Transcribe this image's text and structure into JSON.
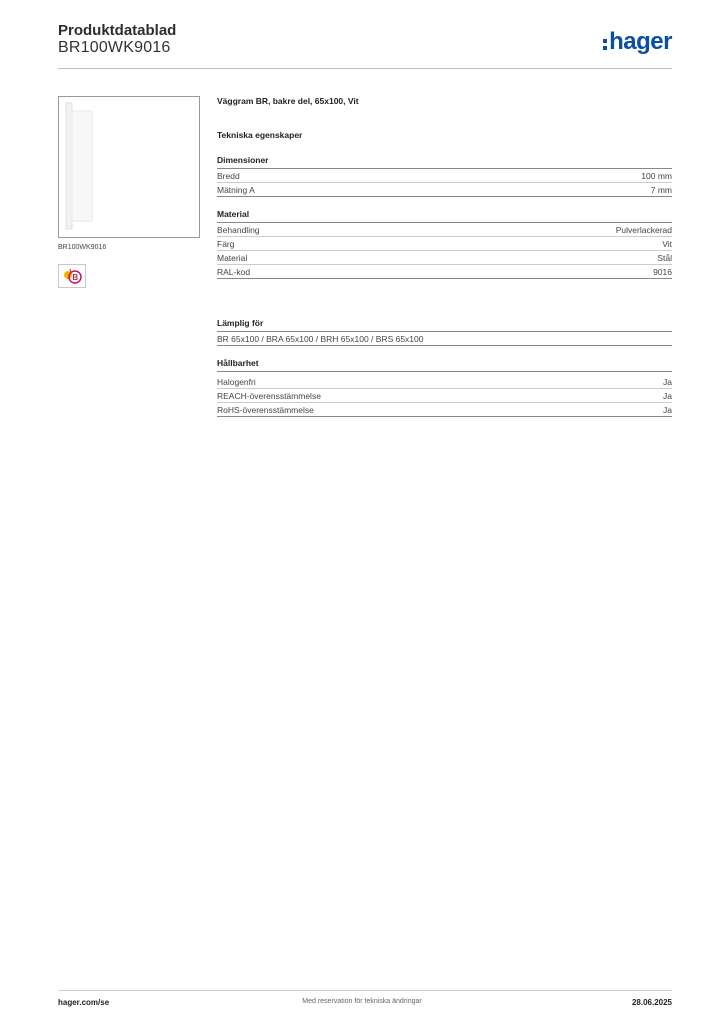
{
  "header": {
    "title": "Produktdatablad",
    "code": "BR100WK9016",
    "logo_text": "hager",
    "brand_color": "#0a4fa3"
  },
  "image": {
    "caption": "BR100WK9016",
    "badge_icon": "b-classification-badge-icon"
  },
  "product_title": "Väggram BR, bakre del, 65x100, Vit",
  "technical_heading": "Tekniska egenskaper",
  "sections": {
    "dimensions": {
      "title": "Dimensioner",
      "rows": [
        {
          "label": "Bredd",
          "value": "100 mm"
        },
        {
          "label": "Mätning A",
          "value": "7 mm"
        }
      ]
    },
    "material": {
      "title": "Material",
      "rows": [
        {
          "label": "Behandling",
          "value": "Pulverlackerad"
        },
        {
          "label": "Färg",
          "value": "Vit"
        },
        {
          "label": "Material",
          "value": "Stål"
        },
        {
          "label": "RAL-kod",
          "value": "9016"
        }
      ]
    },
    "suitable": {
      "title": "Lämplig för",
      "rows": [
        {
          "label": "BR 65x100 / BRA 65x100 / BRH 65x100 / BRS 65x100",
          "value": ""
        }
      ]
    },
    "sustainability": {
      "title": "Hållbarhet",
      "rows": [
        {
          "label": "Halogenfri",
          "value": "Ja"
        },
        {
          "label": "REACH-överensstämmelse",
          "value": "Ja"
        },
        {
          "label": "RoHS-överensstämmelse",
          "value": "Ja"
        }
      ]
    }
  },
  "footer": {
    "website": "hager.com/se",
    "disclaimer": "Med reservation för tekniska ändringar",
    "date": "28.06.2025"
  }
}
